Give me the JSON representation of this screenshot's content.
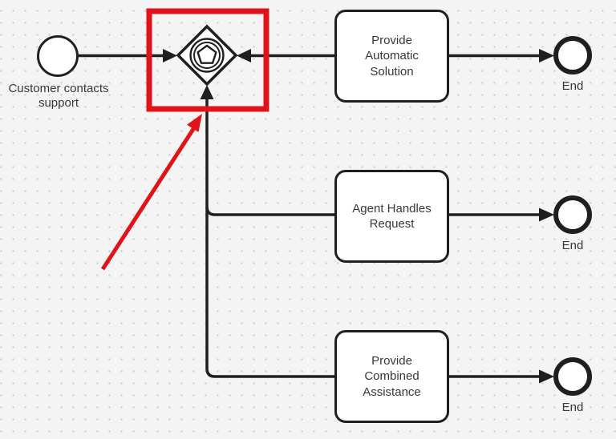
{
  "diagram_type": "BPMN process flowchart with highlighted event-based gateway",
  "colors": {
    "stroke": "#1f1f1f",
    "text": "#383838",
    "highlight_red": "#e01418",
    "background": "#f4f4f5",
    "node_fill": "#ffffff"
  },
  "nodes": {
    "start_event": {
      "type": "start-event",
      "label": "Customer contacts support"
    },
    "gateway": {
      "type": "event-based-gateway",
      "highlighted": true
    },
    "tasks": [
      {
        "label": "Provide Automatic Solution"
      },
      {
        "label": "Agent Handles Request"
      },
      {
        "label": "Provide Combined Assistance"
      }
    ],
    "end_events": [
      {
        "label": "End"
      },
      {
        "label": "End"
      },
      {
        "label": "End"
      }
    ]
  },
  "connections": [
    {
      "from": "start-event",
      "to": "gateway",
      "arrow_into": "gateway-left"
    },
    {
      "from": "task-provide-automatic-solution",
      "to": "gateway",
      "arrow_into": "gateway-right"
    },
    {
      "from": "task-agent-handles-request",
      "to": "gateway",
      "arrow_into": "gateway-bottom"
    },
    {
      "from": "task-provide-combined-assistance",
      "to": "gateway",
      "arrow_into": "gateway-bottom"
    },
    {
      "from": "task-provide-automatic-solution",
      "to": "end-event-1"
    },
    {
      "from": "task-agent-handles-request",
      "to": "end-event-2"
    },
    {
      "from": "task-provide-combined-assistance",
      "to": "end-event-3"
    }
  ],
  "annotations": {
    "highlight_box": "red rectangle drawn around the event-based gateway",
    "pointer_arrow": "red arrow pointing up-right at the highlighted gateway"
  }
}
